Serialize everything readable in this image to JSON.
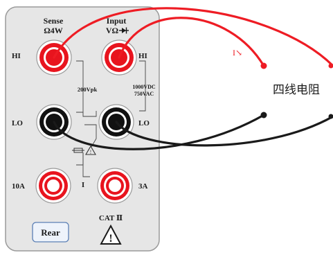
{
  "panel": {
    "sense_title": "Sense",
    "sense_sub": "Ω4W",
    "input_title": "Input",
    "input_sub": "VΩ",
    "hi_left": "HI",
    "hi_right": "HI",
    "lo_left": "LO",
    "lo_right": "LO",
    "rating_sense": "200Vpk",
    "rating_input_dc": "1000VDC",
    "rating_input_ac": "750VAC",
    "label_10a": "10A",
    "label_3a": "3A",
    "label_i": "I",
    "rear_button": "Rear",
    "cat_label": "CAT Ⅱ",
    "warning_symbol": "!"
  },
  "diagram": {
    "current_label": "I↘",
    "resistor_label": "四线电阻"
  },
  "colors": {
    "panel_bg": "#e6e6e6",
    "panel_border": "#9a9a9a",
    "red_wire": "#ee1c24",
    "black_wire": "#1a1a1a",
    "jack_red": "#e8141e",
    "jack_black": "#111111"
  }
}
